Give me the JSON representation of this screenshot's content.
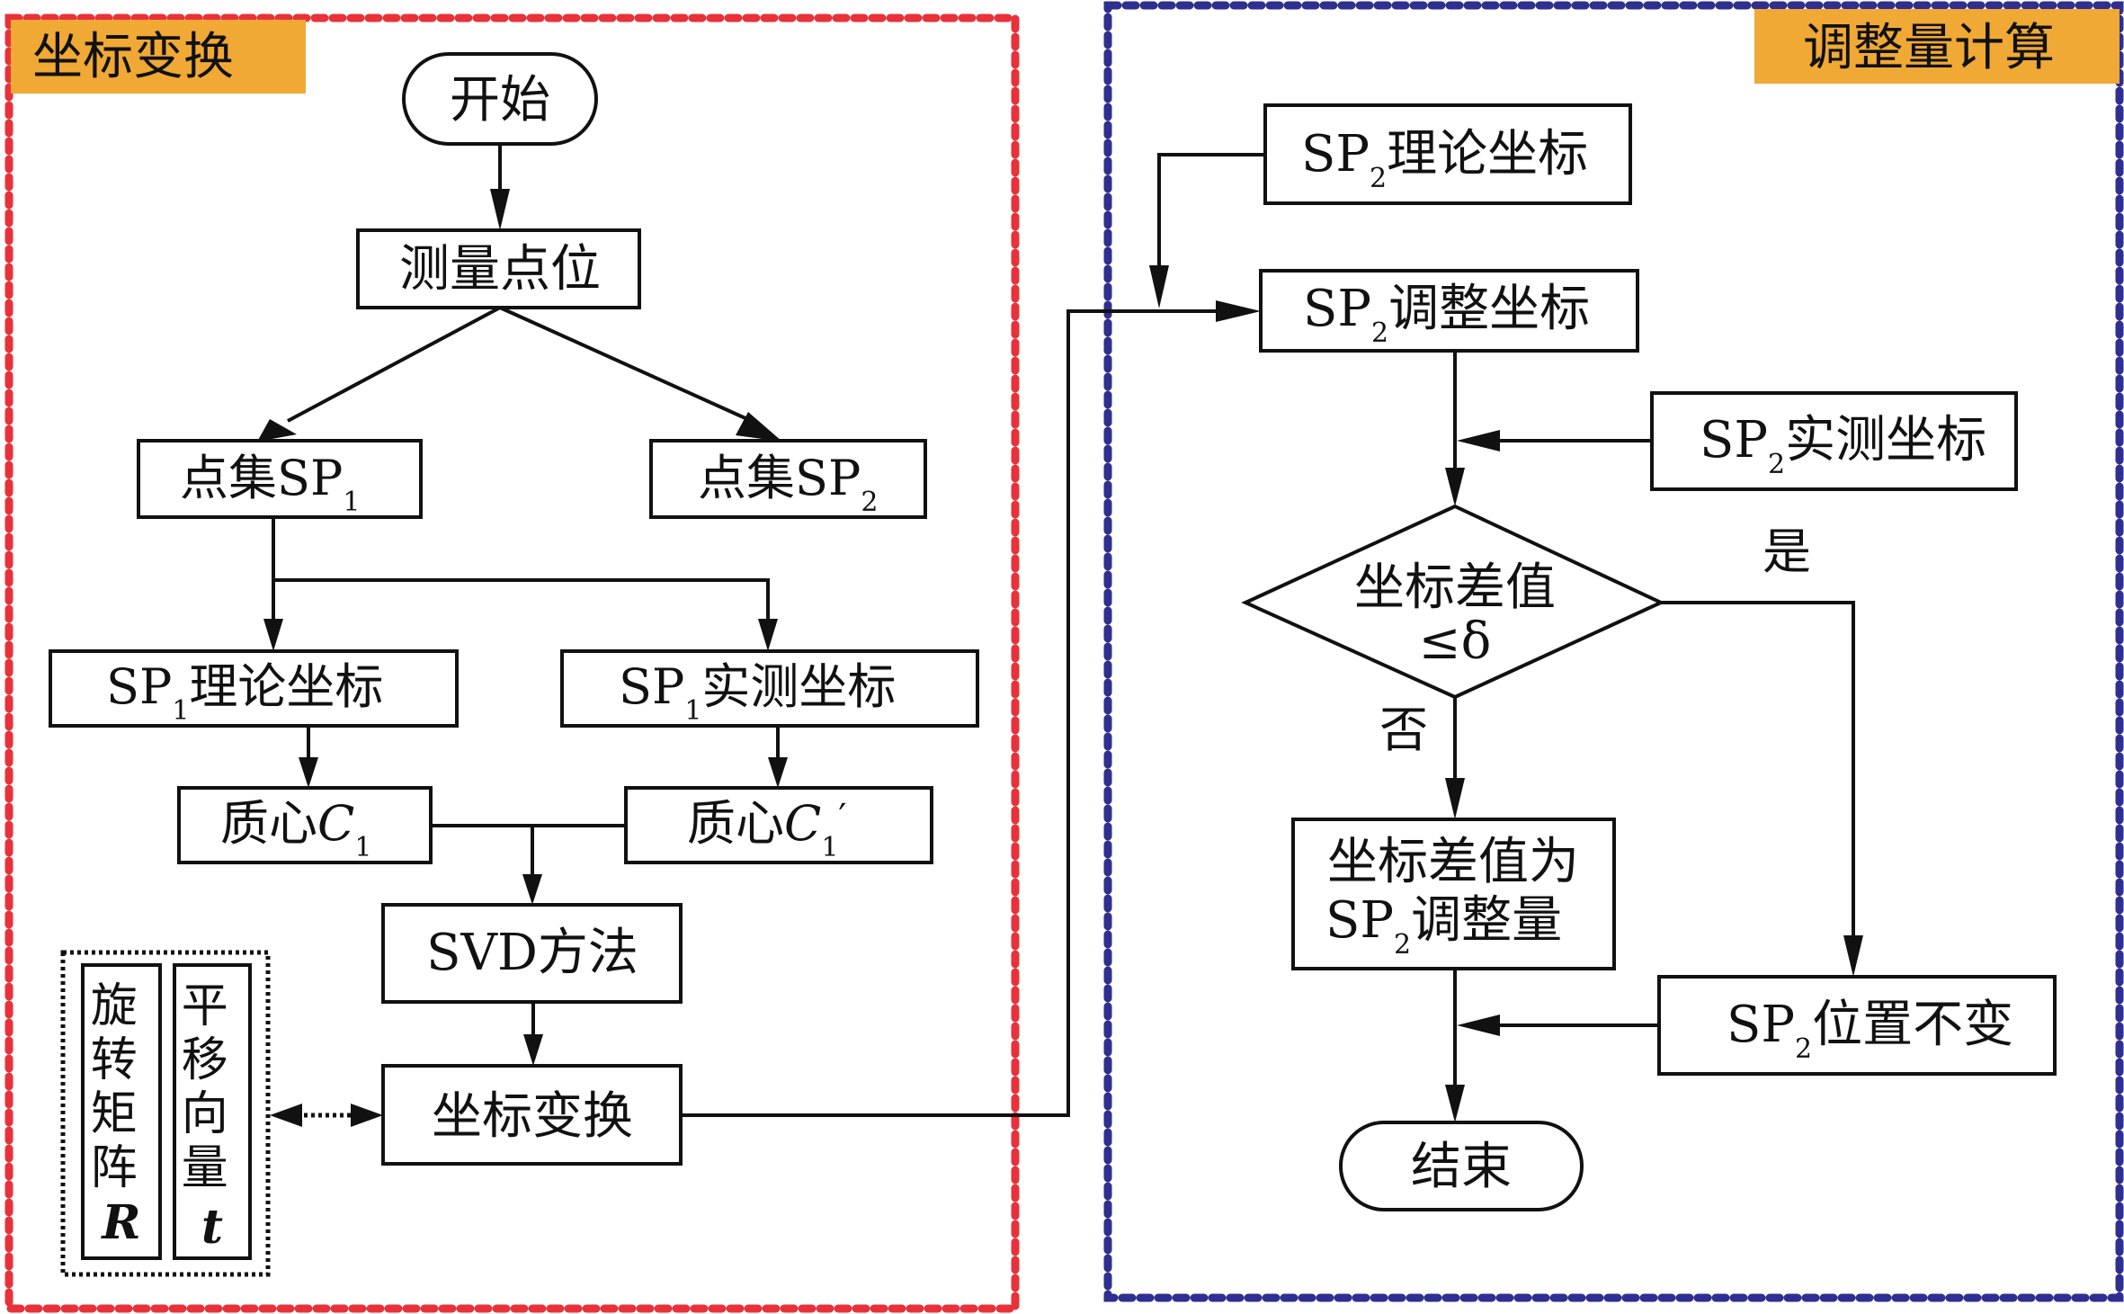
{
  "colors": {
    "left_group_border": "#e8323a",
    "right_group_border": "#2e2f8f",
    "section_label_bg": "#f0a935",
    "node_border": "#111111"
  },
  "sections": {
    "left": {
      "label": "坐标变换"
    },
    "right": {
      "label": "调整量计算"
    }
  },
  "nodes": {
    "start": "开始",
    "measure_points": "测量点位",
    "set_sp1": {
      "main": "点集SP",
      "sub": "1"
    },
    "set_sp2": {
      "main": "点集SP",
      "sub": "2"
    },
    "sp1_theory": {
      "pre": "SP",
      "sub": "1",
      "post": "理论坐标"
    },
    "sp1_measured": {
      "pre": "SP",
      "sub": "1",
      "post": "实测坐标"
    },
    "centroid_c1": {
      "main": "质心",
      "var": "C",
      "sub": "1"
    },
    "centroid_c1p": {
      "main": "质心",
      "var": "C",
      "sub": "1",
      "prime": "′"
    },
    "svd": "SVD方法",
    "transform": "坐标变换",
    "rotation_matrix": {
      "text": "旋转矩阵",
      "var": "R"
    },
    "translation_vector": {
      "text": "平移向量",
      "var": "t"
    },
    "sp2_theory": {
      "pre": "SP",
      "sub": "2",
      "post": "理论坐标"
    },
    "sp2_adjusted": {
      "pre": "SP",
      "sub": "2",
      "post": "调整坐标"
    },
    "sp2_measured": {
      "pre": "SP",
      "sub": "2",
      "post": "实测坐标"
    },
    "decision": {
      "line1": "坐标差值",
      "line2": "≤δ"
    },
    "diff_as_adjust": {
      "line1": "坐标差值为",
      "pre": "SP",
      "sub": "2",
      "post": "调整量"
    },
    "sp2_unchanged": {
      "pre": "SP",
      "sub": "2",
      "post": "位置不变"
    },
    "end": "结束"
  },
  "edge_labels": {
    "yes": "是",
    "no": "否"
  }
}
